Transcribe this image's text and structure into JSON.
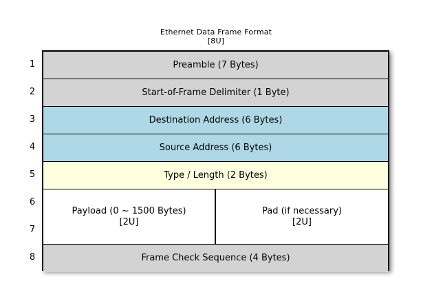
{
  "title": {
    "main": "Ethernet Data Frame Format",
    "sub": "[8U]"
  },
  "colors": {
    "gray": "#d3d3d3",
    "blue": "#aed8e6",
    "yellow": "#ffffe0",
    "white": "#ffffff",
    "border": "#000000",
    "background": "#ffffff"
  },
  "row_numbers": [
    "1",
    "2",
    "3",
    "4",
    "5",
    "6",
    "7",
    "8"
  ],
  "rows": [
    {
      "number": "1",
      "label": "Preamble (7 Bytes)",
      "sub": "",
      "fill": "gray"
    },
    {
      "number": "2",
      "label": "Start-of-Frame Delimiter (1 Byte)",
      "sub": "",
      "fill": "gray"
    },
    {
      "number": "3",
      "label": "Destination Address (6 Bytes)",
      "sub": "",
      "fill": "blue"
    },
    {
      "number": "4",
      "label": "Source Address (6 Bytes)",
      "sub": "",
      "fill": "blue"
    },
    {
      "number": "5",
      "label": "Type / Length (2 Bytes)",
      "sub": "",
      "fill": "yellow"
    },
    {
      "number": "6-7",
      "fill": "white",
      "split": [
        {
          "label": "Payload (0 ~ 1500 Bytes)",
          "sub": "[2U]"
        },
        {
          "label": "Pad (if necessary)",
          "sub": "[2U]"
        }
      ]
    },
    {
      "number": "8",
      "label": "Frame Check Sequence (4 Bytes)",
      "sub": "",
      "fill": "gray"
    }
  ]
}
